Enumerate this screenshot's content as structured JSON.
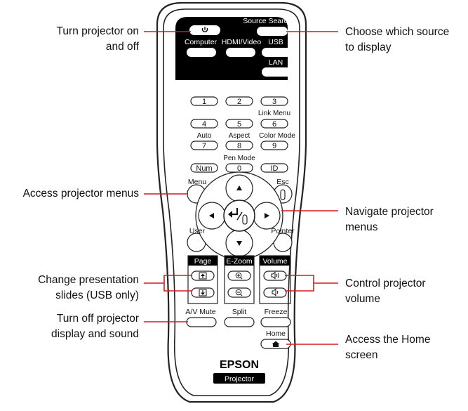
{
  "callouts": {
    "power": [
      "Turn projector on",
      "and off"
    ],
    "menus": [
      "Access projector menus"
    ],
    "slides": [
      "Change presentation",
      "slides (USB only)"
    ],
    "mute": [
      "Turn off projector",
      "display and sound"
    ],
    "source": [
      "Choose which source",
      "to display"
    ],
    "navigate": [
      "Navigate projector",
      "menus"
    ],
    "volume": [
      "Control projector",
      "volume"
    ],
    "home": [
      "Access the Home",
      "screen"
    ]
  },
  "remote": {
    "top": {
      "source_search": "Source Search",
      "computer": "Computer",
      "hdmi_video": "HDMI/Video",
      "usb": "USB",
      "lan": "LAN"
    },
    "keys": {
      "k1": "1",
      "k2": "2",
      "k3": "3",
      "k4": "4",
      "k5": "5",
      "k6": "6",
      "k7": "7",
      "k8": "8",
      "k9": "9",
      "k0": "0",
      "num": "Num",
      "id": "ID"
    },
    "key_labels": {
      "link_menu": "Link Menu",
      "auto": "Auto",
      "aspect": "Aspect",
      "color_mode": "Color Mode",
      "pen_mode": "Pen Mode"
    },
    "nav": {
      "menu": "Menu",
      "esc": "Esc",
      "user": "User",
      "pointer": "Pointer"
    },
    "groups": {
      "page": "Page",
      "ezoom": "E-Zoom",
      "volume": "Volume"
    },
    "bottom": {
      "av_mute": "A/V Mute",
      "split": "Split",
      "freeze": "Freeze",
      "home": "Home"
    },
    "brand": "EPSON",
    "product": "Projector"
  },
  "colors": {
    "callout_line": "#d7191c",
    "remote_outline": "#222222",
    "panel": "#000000"
  }
}
